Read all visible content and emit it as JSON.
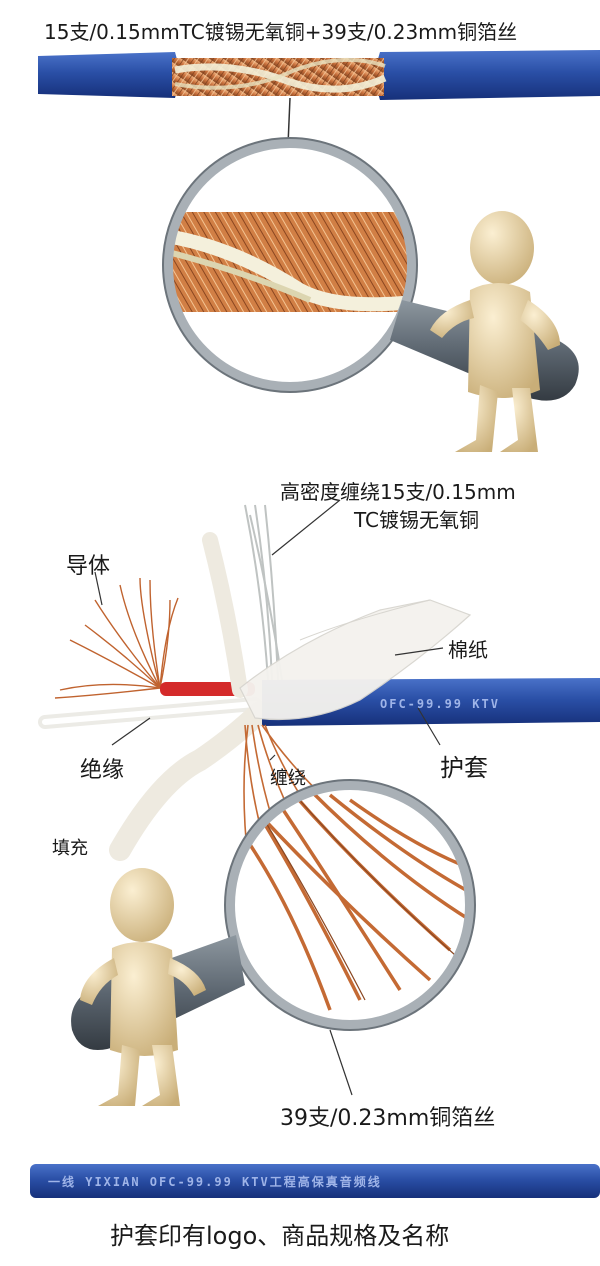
{
  "labels": {
    "top_spec": "15支/0.15mmTC镀锡无氧铜+39支/0.23mm铜箔丝",
    "dense_wrap_line1": "高密度缠绕15支/0.15mm",
    "dense_wrap_line2": "TC镀锡无氧铜",
    "conductor": "导体",
    "cotton_paper": "棉纸",
    "insulation": "绝缘",
    "jacket": "护套",
    "wrap": "缠绕",
    "filler": "填充",
    "foil_wire": "39支/0.23mm铜箔丝",
    "bottom_caption": "护套印有logo、商品规格及名称"
  },
  "cable_print": {
    "mid": "OFC-99.99   KTV",
    "strip": "一线  YIXIAN  OFC-99.99  KTV工程高保真音频线"
  },
  "colors": {
    "jacket_blue": "#2a4fa6",
    "copper": "#c9703c",
    "insulation_red": "#d42a2a",
    "figure_skin": "#e9d4a6",
    "magnifier_handle": "#5c6670"
  }
}
